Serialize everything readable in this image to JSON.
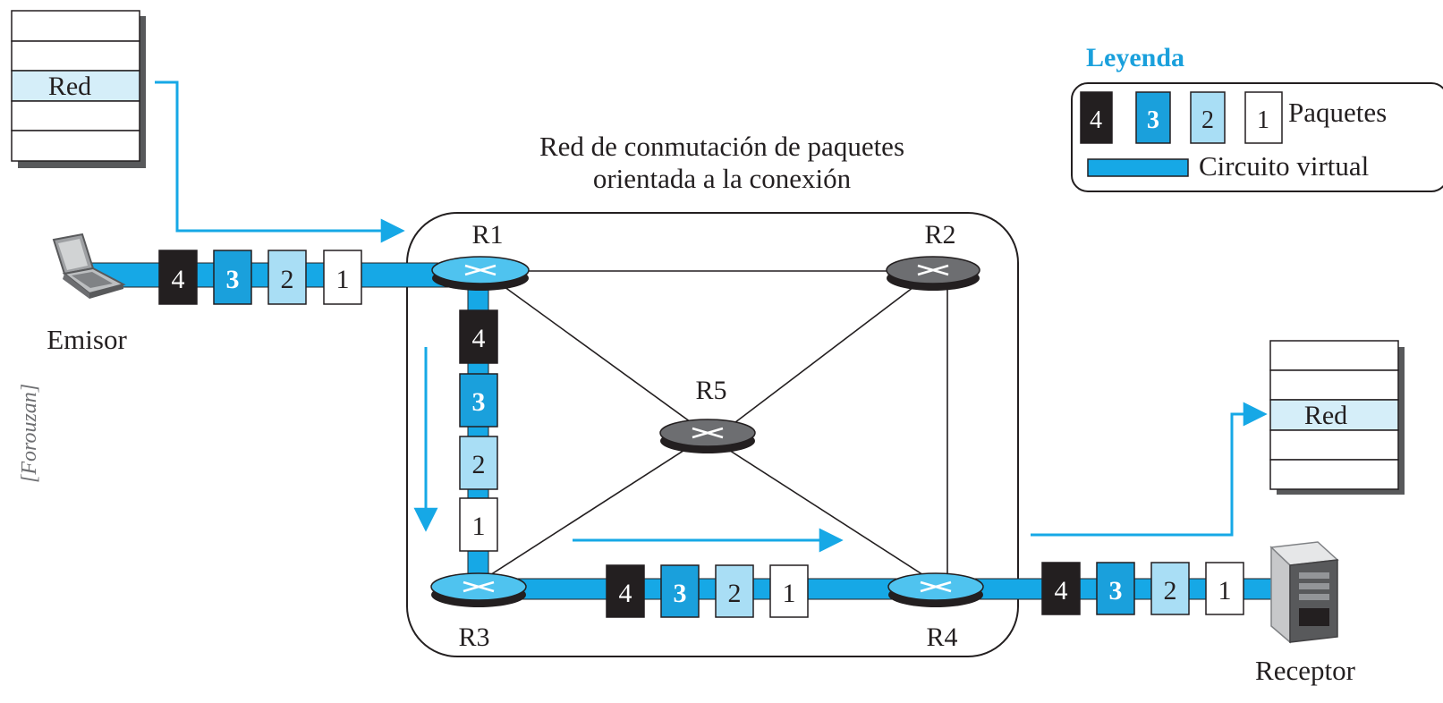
{
  "title": {
    "line1": "Red de conmutación de paquetes",
    "line2": "orientada a la conexión"
  },
  "legend": {
    "heading": "Leyenda",
    "packets_label": "Paquetes",
    "circuit_label": "Circuito virtual",
    "packet_numbers": [
      "4",
      "3",
      "2",
      "1"
    ]
  },
  "stacks": {
    "sender_layer": "Red",
    "receiver_layer": "Red"
  },
  "devices": {
    "sender": "Emisor",
    "receiver": "Receptor"
  },
  "routers": {
    "r1": "R1",
    "r2": "R2",
    "r3": "R3",
    "r4": "R4",
    "r5": "R5"
  },
  "packets": [
    "4",
    "3",
    "2",
    "1"
  ],
  "credit": "[Forouzan]",
  "colors": {
    "circuit": "#16a8e6",
    "packet_4": "#231f20",
    "packet_3": "#1aa0dc",
    "packet_2": "#a9def5",
    "packet_1": "#ffffff",
    "legend_heading": "#1aa0dc",
    "router_active": "#4fc3ef",
    "router_idle": "#6d6e71",
    "network_layer": "#d5eef9"
  }
}
